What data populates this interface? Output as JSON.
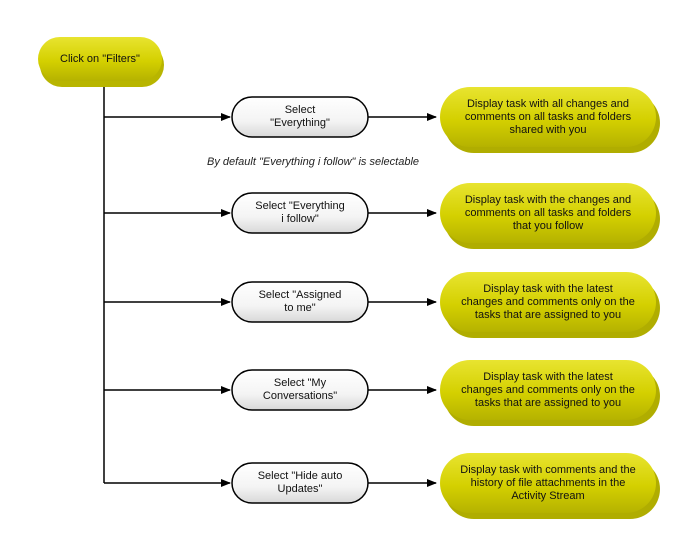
{
  "start": {
    "label": "Click on \"Filters\""
  },
  "note": "By default \"Everything i follow\" is selectable",
  "options": [
    {
      "label": "Select \"Everything\"",
      "result": "Display task with all changes and comments on all tasks and folders shared with you"
    },
    {
      "label": "Select \"Everything i follow\"",
      "result": "Display task with the changes and comments on all tasks and folders that you follow"
    },
    {
      "label": "Select \"Assigned to me\"",
      "result": "Display task with the latest changes and comments only on the tasks that are assigned to you"
    },
    {
      "label": "Select \"My Conversations\"",
      "result": "Display task with the latest changes and comments only on the tasks that are assigned to you"
    },
    {
      "label": "Select \"Hide auto Updates\"",
      "result": "Display task with comments and the history of file attachments in the Activity Stream"
    }
  ],
  "colors": {
    "result_fill": "#d4d000",
    "result_fill_dark": "#a8a500",
    "line": "#000000",
    "select_fill": "#ffffff"
  }
}
